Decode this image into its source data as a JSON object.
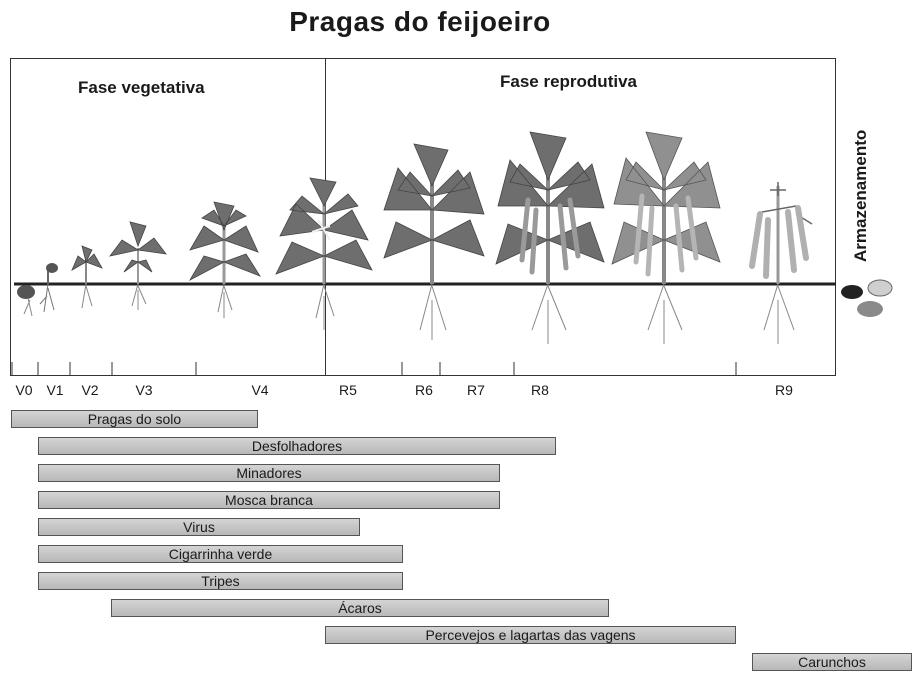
{
  "title": "Pragas do feijoeiro",
  "phases": {
    "vegetative": "Fase vegetativa",
    "reproductive": "Fase reprodutiva",
    "storage": "Armazenamento"
  },
  "stages": [
    "V0",
    "V1",
    "V2",
    "V3",
    "V4",
    "R5",
    "R6",
    "R7",
    "R8",
    "R9"
  ],
  "pests": [
    {
      "name": "Pragas do solo",
      "from": "V0",
      "to": "V4"
    },
    {
      "name": "Desfolhadores",
      "from": "V1",
      "to": "R8"
    },
    {
      "name": "Minadores",
      "from": "V1",
      "to": "R8"
    },
    {
      "name": "Mosca branca",
      "from": "V1",
      "to": "R8"
    },
    {
      "name": "Virus",
      "from": "V1",
      "to": "R5"
    },
    {
      "name": "Cigarrinha verde",
      "from": "V1",
      "to": "R6"
    },
    {
      "name": "Tripes",
      "from": "V1",
      "to": "R6"
    },
    {
      "name": "Ácaros",
      "from": "V3",
      "to": "R8"
    },
    {
      "name": "Percevejos e lagartas das vagens",
      "from": "R5",
      "to": "R9"
    },
    {
      "name": "Carunchos",
      "from": "Armazenamento",
      "to": "Armazenamento"
    }
  ],
  "colors": {
    "leaf_dark": "#6e6e6e",
    "leaf_light": "#9a9a9a",
    "bar_fill": "#c6c6c6",
    "ground": "#222222"
  }
}
